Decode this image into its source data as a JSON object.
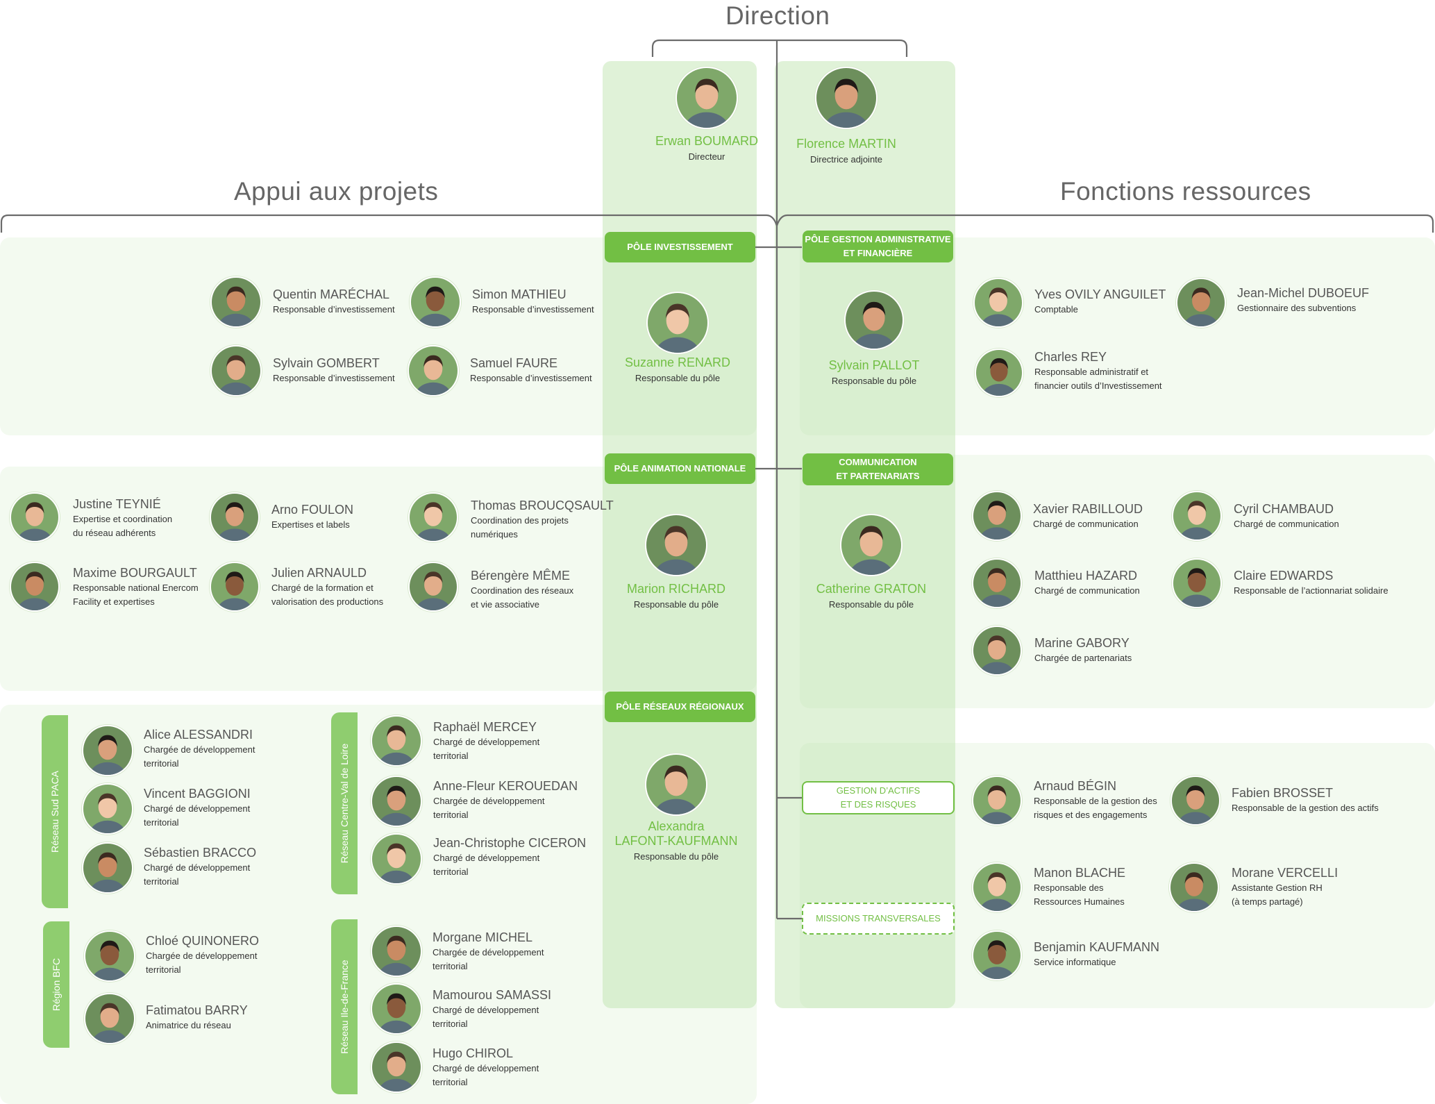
{
  "colors": {
    "accent": "#72bf44",
    "panel": "#f3faf0",
    "center": "#bae2a8",
    "line": "#6b6b6b"
  },
  "titles": {
    "direction": "Direction",
    "appui": "Appui aux projets",
    "fonctions": "Fonctions ressources"
  },
  "direction": [
    {
      "name": "Erwan BOUMARD",
      "role": "Directeur"
    },
    {
      "name": "Florence MARTIN",
      "role": "Directrice adjointe"
    }
  ],
  "poles": {
    "investissement": {
      "label": "PÔLE INVESTISSEMENT",
      "lead": {
        "name": "Suzanne RENARD",
        "role": "Responsable du pôle"
      },
      "members": [
        {
          "name": "Quentin MARÉCHAL",
          "role": "Responsable d’investissement"
        },
        {
          "name": "Simon MATHIEU",
          "role": "Responsable d’investissement"
        },
        {
          "name": "Sylvain GOMBERT",
          "role": "Responsable d’investissement"
        },
        {
          "name": "Samuel FAURE",
          "role": "Responsable d’investissement"
        }
      ]
    },
    "gestion": {
      "label_line1": "PÔLE GESTION ADMINISTRATIVE",
      "label_line2": "ET FINANCIÈRE",
      "lead": {
        "name": "Sylvain PALLOT",
        "role": "Responsable du pôle"
      },
      "members": [
        {
          "name": "Yves OVILY ANGUILET",
          "role": "Comptable"
        },
        {
          "name": "Jean-Michel DUBOEUF",
          "role": "Gestionnaire des subventions"
        },
        {
          "name": "Charles REY",
          "role_line1": "Responsable administratif et",
          "role_line2": "financier outils d’Investissement"
        }
      ]
    },
    "animation": {
      "label": "PÔLE ANIMATION NATIONALE",
      "lead": {
        "name": "Marion RICHARD",
        "role": "Responsable du pôle"
      },
      "members": [
        {
          "name": "Justine TEYNIÉ",
          "role_line1": "Expertise et coordination",
          "role_line2": "du réseau adhérents"
        },
        {
          "name": "Arno FOULON",
          "role_line1": "Expertises et labels",
          "role_line2": ""
        },
        {
          "name": "Thomas BROUCQSAULT",
          "role_line1": "Coordination des projets",
          "role_line2": "numériques"
        },
        {
          "name": "Maxime BOURGAULT",
          "role_line1": "Responsable national Enercom",
          "role_line2": "Facility et expertises"
        },
        {
          "name": "Julien ARNAULD",
          "role_line1": "Chargé de la formation et",
          "role_line2": "valorisation des productions"
        },
        {
          "name": "Bérengère MÊME",
          "role_line1": "Coordination des réseaux",
          "role_line2": "et vie associative"
        }
      ]
    },
    "communication": {
      "label_line1": "COMMUNICATION",
      "label_line2": "ET PARTENARIATS",
      "lead": {
        "name": "Catherine GRATON",
        "role": "Responsable du pôle"
      },
      "members": [
        {
          "name": "Xavier RABILLOUD",
          "role": "Chargé de communication"
        },
        {
          "name": "Cyril CHAMBAUD",
          "role": "Chargé de communication"
        },
        {
          "name": "Matthieu HAZARD",
          "role": "Chargé de communication"
        },
        {
          "name": "Claire EDWARDS",
          "role": "Responsable de l’actionnariat solidaire"
        },
        {
          "name": "Marine GABORY",
          "role": "Chargée de partenariats"
        }
      ]
    },
    "reseaux": {
      "label": "PÔLE RÉSEAUX RÉGIONAUX",
      "lead": {
        "name_line1": "Alexandra",
        "name_line2": "LAFONT-KAUFMANN",
        "role": "Responsable du pôle"
      },
      "regions": [
        {
          "label": "Réseau Sud PACA",
          "members": [
            {
              "name": "Alice ALESSANDRI",
              "role_line1": "Chargée de développement",
              "role_line2": "territorial"
            },
            {
              "name": "Vincent BAGGIONI",
              "role_line1": "Chargé de développement",
              "role_line2": "territorial"
            },
            {
              "name": "Sébastien BRACCO",
              "role_line1": "Chargé de développement",
              "role_line2": "territorial"
            }
          ]
        },
        {
          "label": "Région BFC",
          "members": [
            {
              "name": "Chloé QUINONERO",
              "role_line1": "Chargée de développement",
              "role_line2": "territorial"
            },
            {
              "name": "Fatimatou BARRY",
              "role_line1": "Animatrice du réseau",
              "role_line2": ""
            }
          ]
        },
        {
          "label": "Réseau Centre-Val de Loire",
          "members": [
            {
              "name": "Raphaël MERCEY",
              "role_line1": "Chargé de développement",
              "role_line2": "territorial"
            },
            {
              "name": "Anne-Fleur KEROUEDAN",
              "role_line1": "Chargée de développement",
              "role_line2": "territorial"
            },
            {
              "name": "Jean-Christophe CICERON",
              "role_line1": "Chargé de développement",
              "role_line2": "territorial"
            }
          ]
        },
        {
          "label": "Réseau Ile-de-France",
          "members": [
            {
              "name": "Morgane MICHEL",
              "role_line1": "Chargée de développement",
              "role_line2": "territorial"
            },
            {
              "name": "Mamourou SAMASSI",
              "role_line1": "Chargé de développement",
              "role_line2": "territorial"
            },
            {
              "name": "Hugo CHIROL",
              "role_line1": "Chargé de développement",
              "role_line2": "territorial"
            }
          ]
        }
      ]
    },
    "actifs": {
      "label_line1": "GESTION D’ACTIFS",
      "label_line2": "ET DES RISQUES",
      "members": [
        {
          "name": "Arnaud BÉGIN",
          "role_line1": "Responsable de la gestion des",
          "role_line2": "risques et des engagements"
        },
        {
          "name": "Fabien BROSSET",
          "role_line1": "Responsable de la gestion des actifs",
          "role_line2": ""
        },
        {
          "name": "Manon BLACHE",
          "role_line1": "Responsable des",
          "role_line2": "Ressources Humaines"
        },
        {
          "name": "Morane VERCELLI",
          "role_line1": "Assistante Gestion RH",
          "role_line2": "(à temps partagé)"
        },
        {
          "name": "Benjamin KAUFMANN",
          "role_line1": "Service informatique",
          "role_line2": ""
        }
      ]
    },
    "missions": {
      "label": "MISSIONS TRANSVERSALES"
    }
  }
}
